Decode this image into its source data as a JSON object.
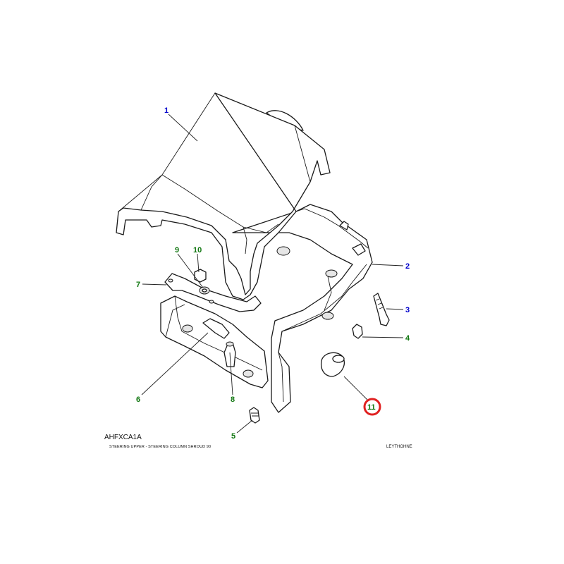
{
  "diagram": {
    "reference_code": "AHFXCA1A",
    "caption": "STEERING UPPER - STEERING COLUMN SHROUD 90",
    "brand": "LEYTHOHNE",
    "colors": {
      "callout_primary": "#0000cc",
      "callout_secondary": "#117711",
      "highlight_ring": "#e02020",
      "line": "#1a1a1a"
    },
    "callouts": [
      {
        "id": "1",
        "label": "1"
      },
      {
        "id": "2",
        "label": "2"
      },
      {
        "id": "3",
        "label": "3"
      },
      {
        "id": "4",
        "label": "4"
      },
      {
        "id": "5",
        "label": "5"
      },
      {
        "id": "6",
        "label": "6"
      },
      {
        "id": "7",
        "label": "7"
      },
      {
        "id": "8",
        "label": "8"
      },
      {
        "id": "9",
        "label": "9"
      },
      {
        "id": "10",
        "label": "10"
      },
      {
        "id": "11",
        "label": "11",
        "highlighted": true
      }
    ]
  }
}
